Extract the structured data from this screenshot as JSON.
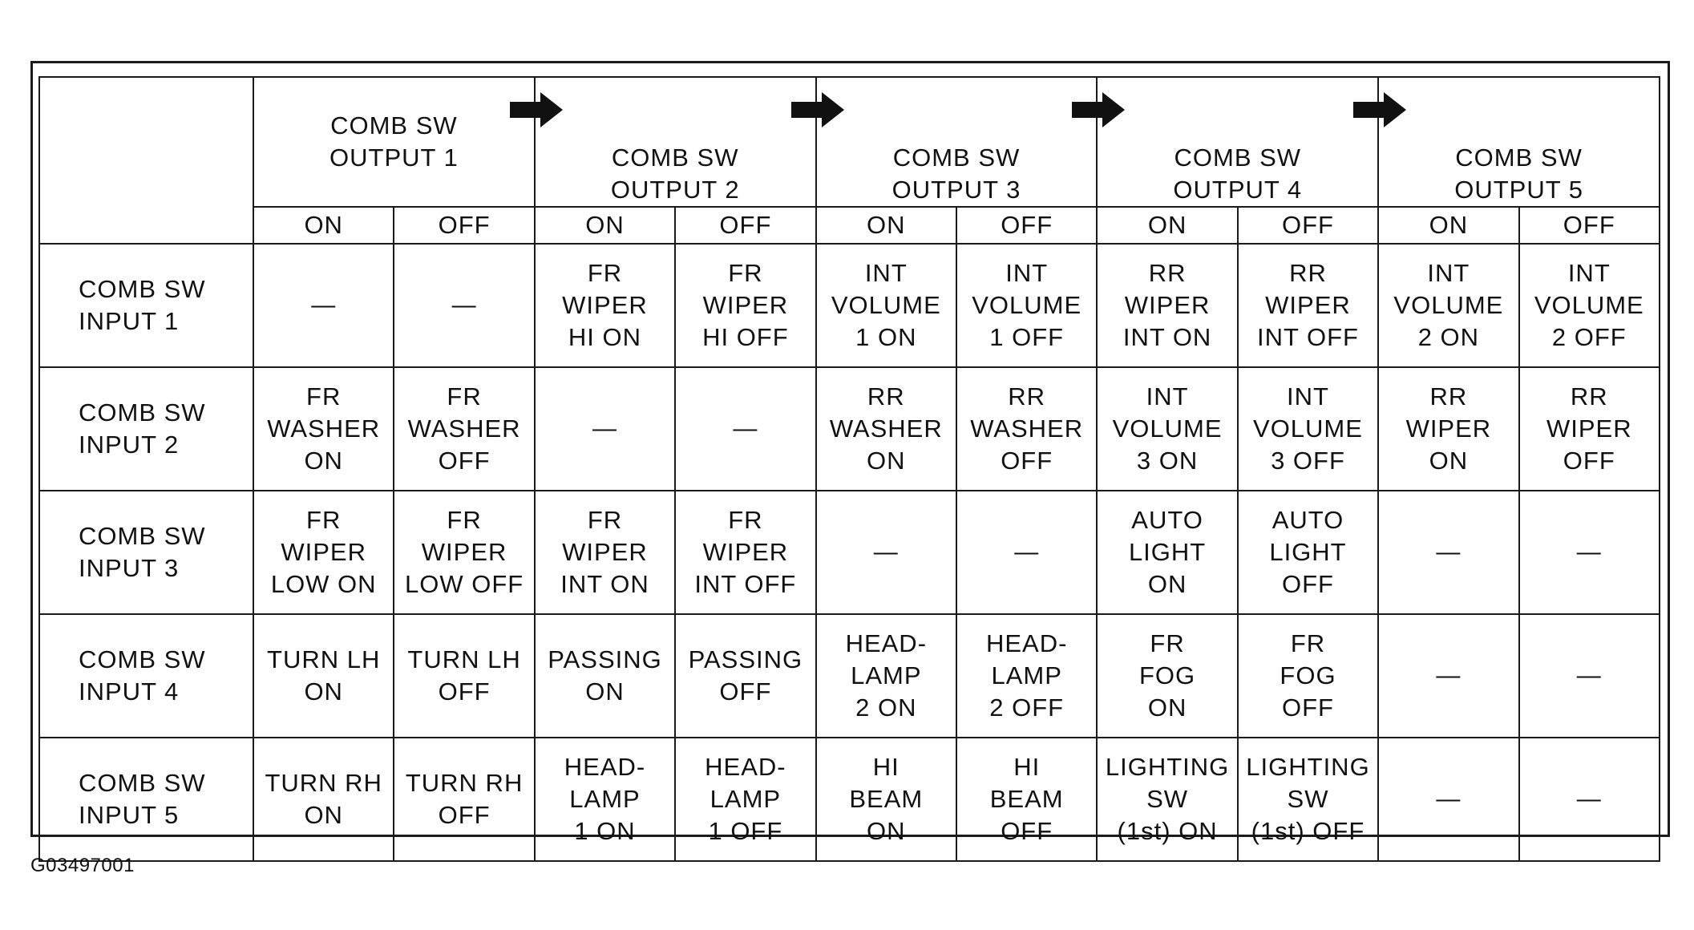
{
  "outputs": [
    "COMB SW\nOUTPUT 1",
    "COMB SW\nOUTPUT 2",
    "COMB SW\nOUTPUT 3",
    "COMB SW\nOUTPUT 4",
    "COMB SW\nOUTPUT 5"
  ],
  "states": [
    "ON",
    "OFF",
    "ON",
    "OFF",
    "ON",
    "OFF",
    "ON",
    "OFF",
    "ON",
    "OFF"
  ],
  "rows": [
    {
      "label": "COMB SW\nINPUT 1",
      "cells": [
        "—",
        "—",
        "FR\nWIPER\nHI ON",
        "FR\nWIPER\nHI OFF",
        "INT\nVOLUME\n1 ON",
        "INT\nVOLUME\n1 OFF",
        "RR\nWIPER\nINT ON",
        "RR\nWIPER\nINT OFF",
        "INT\nVOLUME\n2 ON",
        "INT\nVOLUME\n2 OFF"
      ]
    },
    {
      "label": "COMB SW\nINPUT 2",
      "cells": [
        "FR\nWASHER\nON",
        "FR\nWASHER\nOFF",
        "—",
        "—",
        "RR\nWASHER\nON",
        "RR\nWASHER\nOFF",
        "INT\nVOLUME\n3 ON",
        "INT\nVOLUME\n3 OFF",
        "RR\nWIPER\nON",
        "RR\nWIPER\nOFF"
      ]
    },
    {
      "label": "COMB SW\nINPUT 3",
      "cells": [
        "FR\nWIPER\nLOW ON",
        "FR\nWIPER\nLOW OFF",
        "FR\nWIPER\nINT ON",
        "FR\nWIPER\nINT OFF",
        "—",
        "—",
        "AUTO\nLIGHT\nON",
        "AUTO\nLIGHT\nOFF",
        "—",
        "—"
      ]
    },
    {
      "label": "COMB SW\nINPUT 4",
      "cells": [
        "TURN LH\nON",
        "TURN LH\nOFF",
        "PASSING\nON",
        "PASSING\nOFF",
        "HEAD-\nLAMP\n2 ON",
        "HEAD-\nLAMP\n2 OFF",
        "FR\nFOG\nON",
        "FR\nFOG\nOFF",
        "—",
        "—"
      ]
    },
    {
      "label": "COMB SW\nINPUT 5",
      "cells": [
        "TURN RH\nON",
        "TURN RH\nOFF",
        "HEAD-\nLAMP\n1 ON",
        "HEAD-\nLAMP\n1 OFF",
        "HI\nBEAM\nON",
        "HI\nBEAM\nOFF",
        "LIGHTING\nSW\n(1st) ON",
        "LIGHTING\nSW\n(1st) OFF",
        "—",
        "—"
      ]
    }
  ],
  "figure_id": "G03497001",
  "colors": {
    "line": "#1a1a1a",
    "text": "#111111",
    "background": "#ffffff"
  },
  "icons": {
    "scan_arrow": "right-arrow-icon"
  }
}
